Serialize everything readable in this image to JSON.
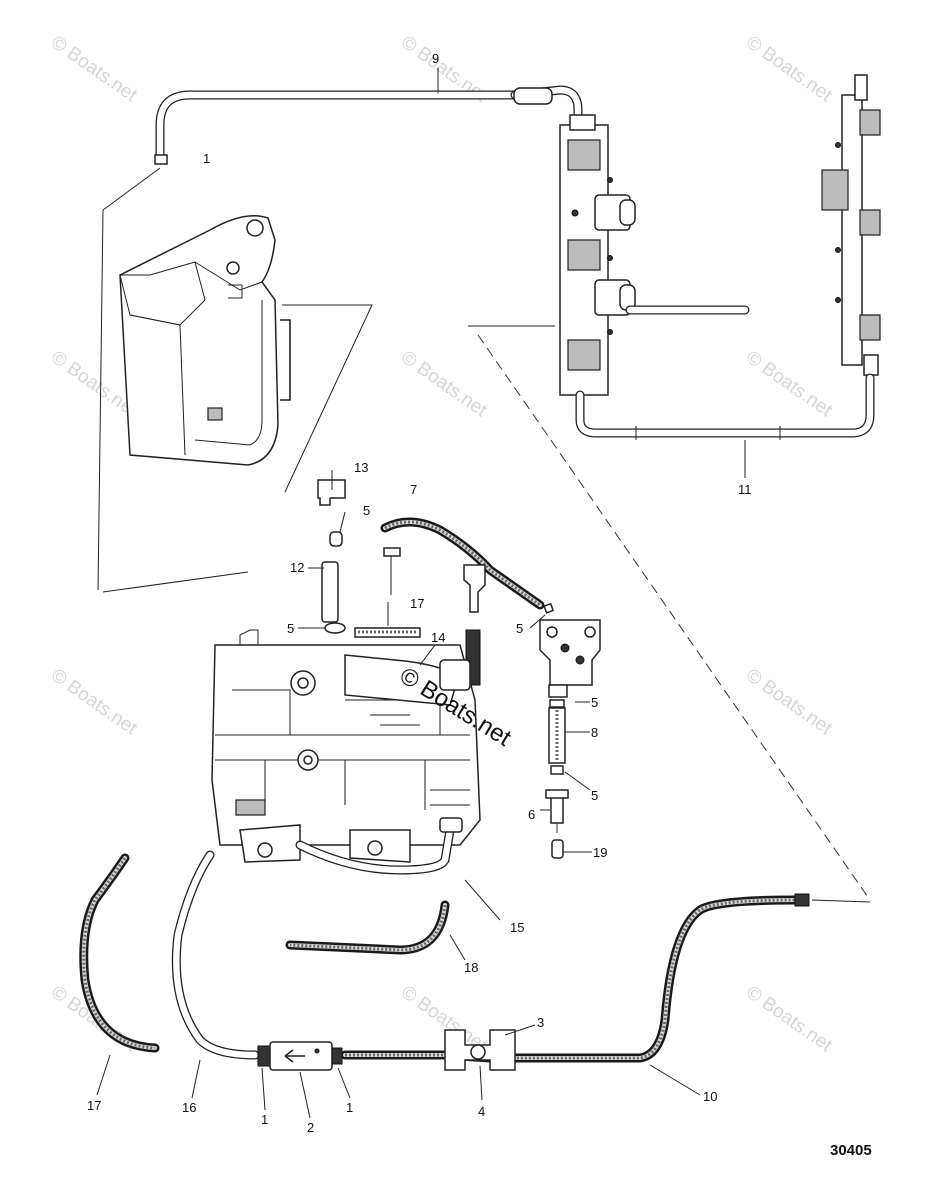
{
  "diagram_number": "30405",
  "watermark_text": "© Boats.net",
  "center_watermark_text": "© Boats.net",
  "callouts": {
    "c_1_top": "1",
    "c_9": "9",
    "c_11": "11",
    "c_13": "13",
    "c_5_a": "5",
    "c_7": "7",
    "c_12": "12",
    "c_17_mid": "17",
    "c_5_b": "5",
    "c_14": "14",
    "c_5_c": "5",
    "c_5_d": "5",
    "c_8": "8",
    "c_5_e": "5",
    "c_6": "6",
    "c_19": "19",
    "c_15": "15",
    "c_18": "18",
    "c_3": "3",
    "c_10": "10",
    "c_17_low": "17",
    "c_16": "16",
    "c_1_left": "1",
    "c_2": "2",
    "c_1_right": "1",
    "c_4": "4"
  }
}
